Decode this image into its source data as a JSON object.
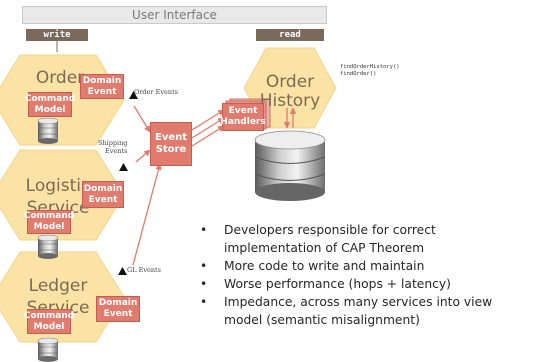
{
  "header": {
    "title": "User Interface",
    "write": "write",
    "read": "read"
  },
  "services": [
    {
      "name_line1": "Order",
      "name_line2": "",
      "event_box": "Domain Event",
      "command_box": "Command Model",
      "stream_label": "Order Events"
    },
    {
      "name_line1": "Logistic",
      "name_line2": "Service",
      "event_box": "Domain Event",
      "command_box": "Command Model",
      "stream_label_line1": "Shipping",
      "stream_label_line2": "Events"
    },
    {
      "name_line1": "Ledger",
      "name_line2": "Service",
      "event_box": "Domain Event",
      "command_box": "Command Model",
      "stream_label": "GL Events"
    }
  ],
  "event_store": {
    "line1": "Event",
    "line2": "Store"
  },
  "event_handlers": {
    "line1": "Event",
    "line2": "Handlers"
  },
  "read_side": {
    "name_line1": "Order",
    "name_line2": "History",
    "queries": [
      "findOrderHistory()",
      "findOrder()"
    ]
  },
  "bullets": [
    {
      "lines": [
        "Developers responsible for correct",
        "implementation of CAP Theorem"
      ]
    },
    {
      "lines": [
        "More code to write and maintain"
      ]
    },
    {
      "lines": [
        "Worse performance (hops + latency)"
      ]
    },
    {
      "lines": [
        "Impedance, across many services into view",
        "model (semantic misalignment)"
      ]
    }
  ],
  "colors": {
    "hexagon": "#fbe3a6",
    "hexagon_stroke": "#f2d48a",
    "event_box": "#e07b6e",
    "tag_bg": "#7a6a5c",
    "arrow": "#e07b6e",
    "triangle": "#111111"
  }
}
